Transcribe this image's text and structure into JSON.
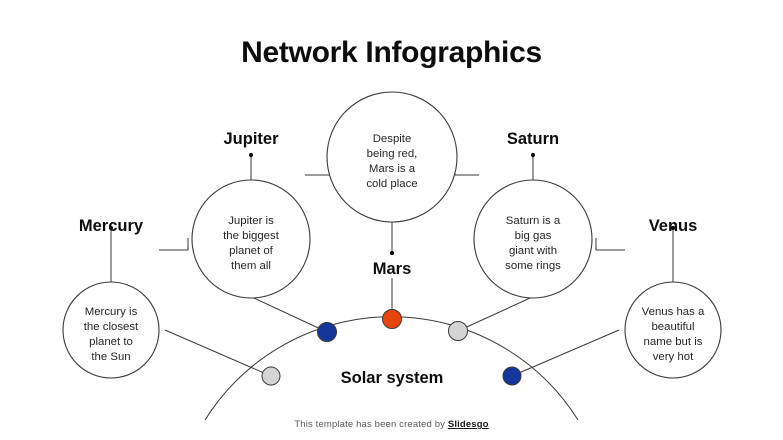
{
  "slide": {
    "title": "Network Infographics",
    "center_label": "Solar system",
    "background_color": "#ffffff",
    "line_color": "#3a3a3a",
    "text_color": "#1a1a1a"
  },
  "nodes": [
    {
      "id": "mercury",
      "label": "Mercury",
      "text_lines": [
        "Mercury is",
        "the closest",
        "planet to",
        "the Sun"
      ],
      "dot_color": "#d4d4d4",
      "dot_name": "planet-dot-mercury"
    },
    {
      "id": "jupiter",
      "label": "Jupiter",
      "text_lines": [
        "Jupiter is",
        "the biggest",
        "planet of",
        "them all"
      ],
      "dot_color": "#15379b",
      "dot_name": "planet-dot-jupiter"
    },
    {
      "id": "mars",
      "label": "Mars",
      "text_lines": [
        "Despite",
        "being red,",
        "Mars is a",
        "cold place"
      ],
      "dot_color": "#e8450d",
      "dot_name": "planet-dot-mars"
    },
    {
      "id": "saturn",
      "label": "Saturn",
      "text_lines": [
        "Saturn is a",
        "big gas",
        "giant with",
        "some rings"
      ],
      "dot_color": "#d4d4d4",
      "dot_name": "planet-dot-saturn"
    },
    {
      "id": "venus",
      "label": "Venus",
      "text_lines": [
        "Venus has a",
        "beautiful",
        "name but is",
        "very hot"
      ],
      "dot_color": "#15379b",
      "dot_name": "planet-dot-venus"
    }
  ],
  "footer": {
    "prefix": "This template has been created by ",
    "brand": "Slidesgo"
  }
}
